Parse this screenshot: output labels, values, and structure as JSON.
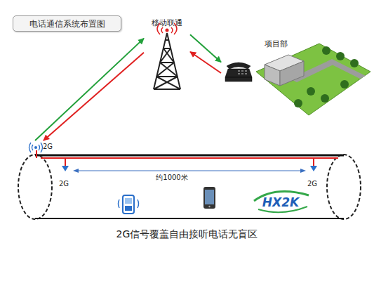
{
  "diagram": {
    "title": "电话通信系统布置图",
    "caption": "2G信号覆盖自由接听电话无盲区",
    "nodes": [
      {
        "text": [
          "移动联通"
        ]
      },
      {
        "text": [
          "2G"
        ]
      },
      {
        "text": [
          "项目部"
        ]
      }
    ],
    "edges": [
      {
        "from": 1,
        "to": 0,
        "arrow": "to"
      },
      {
        "from": 0,
        "to": 1,
        "arrow": "to"
      },
      {
        "from": 0,
        "to": 2,
        "arrow": "to"
      },
      {
        "from": 2,
        "to": 0,
        "arrow": "to"
      }
    ],
    "labels": [
      "2G",
      "2G",
      "约1000米",
      "HX2K"
    ]
  }
}
